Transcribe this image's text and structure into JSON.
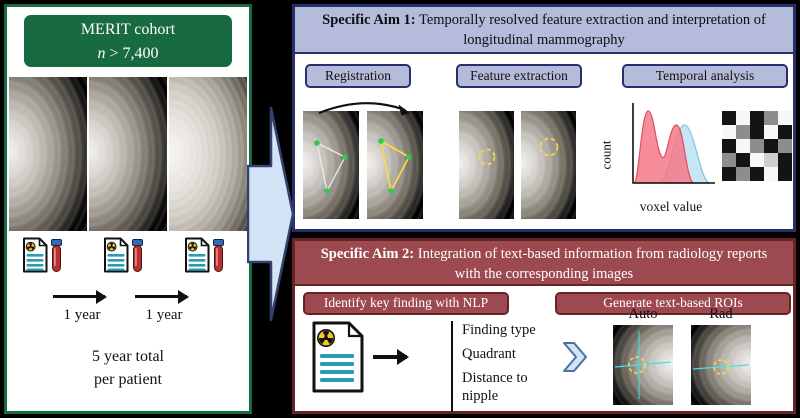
{
  "colors": {
    "green": "#186a40",
    "navy": "#27306a",
    "peri": "#b5bcdb",
    "brick": "#9d4950",
    "maroon": "#682329",
    "arrowfill": "#d2e4f5",
    "arrowedge": "#35406f",
    "teal": "#2a9cb4",
    "radyellow": "#f2c230",
    "vialred": "#b93030",
    "vialcap": "#2f6db8",
    "roiyellow": "#ffd84f",
    "roicyan": "#45e0e6",
    "reggreen": "#2fc94f"
  },
  "left_panel": {
    "title_line1": "MERIT cohort",
    "title_italic": "n",
    "title_rest": " > 7,400",
    "arrow1_label": "1 year",
    "arrow2_label": "1 year",
    "total_line1": "5 year total",
    "total_line2": "per patient"
  },
  "aim1": {
    "header_bold": "Specific Aim 1:",
    "header_rest": " Temporally resolved feature extraction and interpretation of longitudinal mammography",
    "box_registration": "Registration",
    "box_feature": "Feature extraction",
    "box_temporal": "Temporal analysis",
    "hist_ylabel": "count",
    "hist_xlabel": "voxel value",
    "heatmap_rows": [
      "kwkgw",
      "wgkwk",
      "kwgkg",
      "gkwlk",
      "kgkwk"
    ],
    "heatmap_palette": {
      "k": "#141414",
      "w": "#f7f7f7",
      "g": "#8d8d8d",
      "l": "#cfcfcf"
    }
  },
  "aim2": {
    "header_bold": "Specific Aim 2:",
    "header_rest": " Integration of text-based information from radiology reports with the corresponding images",
    "box_nlp": "Identify key finding with NLP",
    "box_roi": "Generate text-based ROIs",
    "findings": [
      "Finding type",
      "Quadrant",
      "Distance to nipple"
    ],
    "label_auto": "Auto",
    "label_rad": "Rad"
  },
  "chart_data": {
    "type": "area",
    "title": "",
    "xlabel": "voxel value",
    "ylabel": "count",
    "axis_ticks": "none (schematic histogram)",
    "grid": false,
    "legend_position": "none",
    "series": [
      {
        "name": "pink distribution",
        "x": [
          0,
          1,
          2,
          3,
          4,
          5,
          6,
          7,
          8,
          9,
          10
        ],
        "y": [
          0,
          0.15,
          0.95,
          0.5,
          0.32,
          0.4,
          0.78,
          0.35,
          0.08,
          0,
          0
        ]
      },
      {
        "name": "blue distribution",
        "x": [
          0,
          1,
          2,
          3,
          4,
          5,
          6,
          7,
          8,
          9,
          10
        ],
        "y": [
          0,
          0,
          0,
          0.02,
          0.1,
          0.3,
          0.75,
          0.45,
          0.15,
          0.03,
          0
        ]
      }
    ]
  }
}
